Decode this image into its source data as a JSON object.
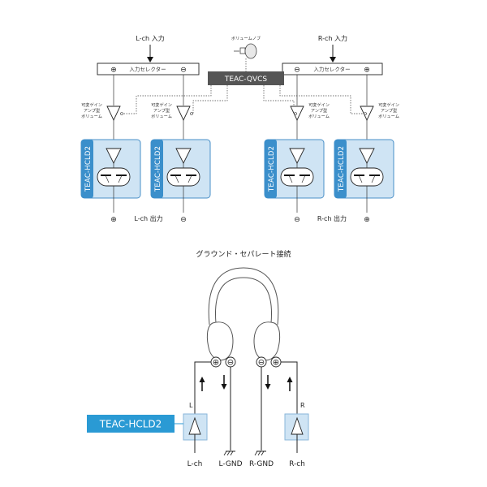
{
  "top": {
    "l_input_label": "L-ch 入力",
    "r_input_label": "R-ch 入力",
    "volume_knob_label": "ボリュームノブ",
    "qvcs_label": "TEAC-QVCS",
    "selector_l_label": "入力セレクター",
    "selector_r_label": "入力セレクター",
    "gain_label_line1": "可変ゲイン",
    "gain_label_line2": "アンプ型",
    "gain_label_line3": "ボリューム",
    "module_label": "TEAC-HCLD2",
    "l_output_label": "L-ch 出力",
    "r_output_label": "R-ch 出力",
    "plus_symbol": "⊕",
    "minus_symbol": "⊖"
  },
  "bottom": {
    "title": "グラウンド・セパレート接続",
    "module_label": "TEAC-HCLD2",
    "l_tag": "L",
    "r_tag": "R",
    "l_ch_label": "L-ch",
    "l_gnd_label": "L-GND",
    "r_gnd_label": "R-GND",
    "r_ch_label": "R-ch"
  },
  "colors": {
    "module_fill": "#cfe4f4",
    "module_border": "#4a90c8",
    "module_bar": "#3b8fcb",
    "qvcs_fill": "#555555",
    "label_fill": "#2a9ad4"
  }
}
